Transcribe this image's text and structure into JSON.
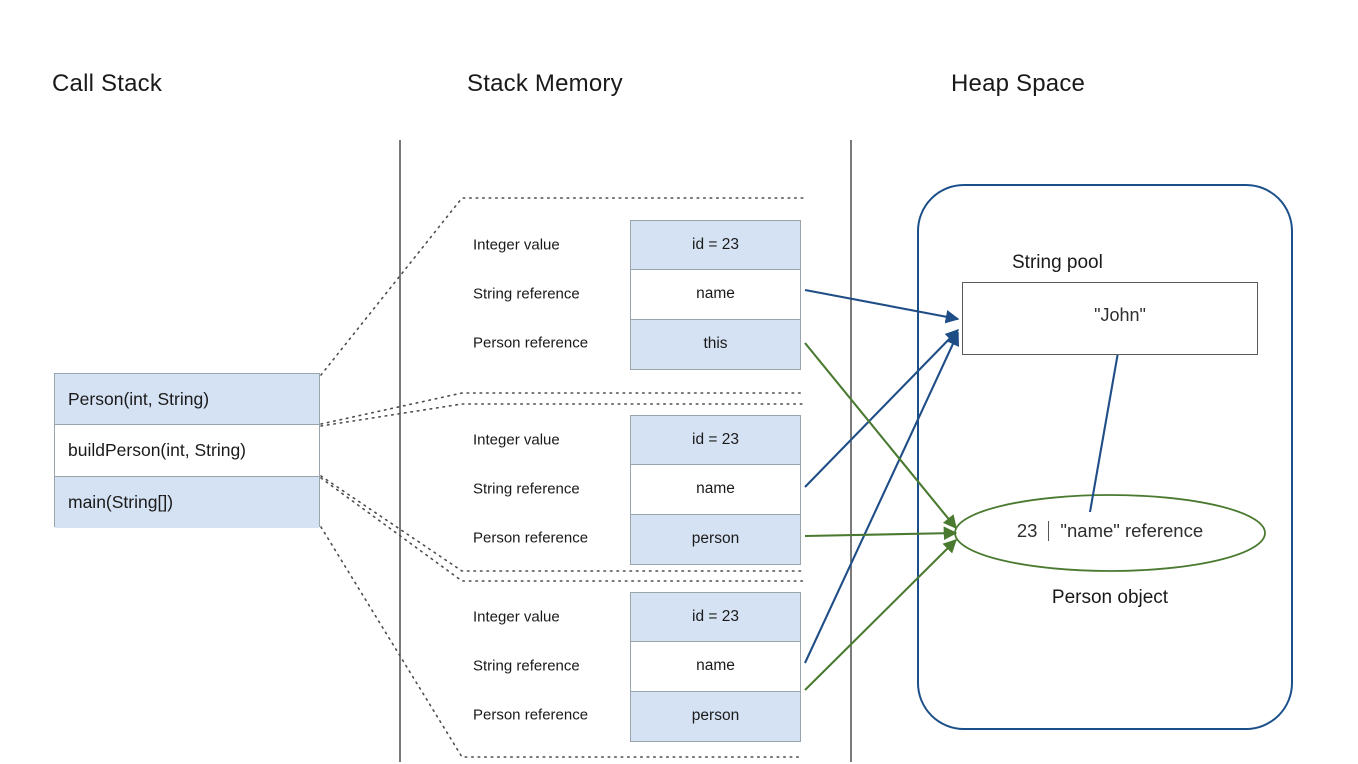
{
  "titles": {
    "call_stack": "Call Stack",
    "stack_memory": "Stack Memory",
    "heap_space": "Heap Space"
  },
  "colors": {
    "cell_fill": "#d5e2f3",
    "cell_border": "#9aa4ad",
    "heap_outline": "#1b4f8a",
    "blue_arrow": "#1f4e87",
    "green_arrow": "#4a7a30",
    "text": "#1a1a1a"
  },
  "call_stack": {
    "frames": [
      {
        "label": "Person(int, String)",
        "filled": true
      },
      {
        "label": "buildPerson(int, String)",
        "filled": false
      },
      {
        "label": "main(String[])",
        "filled": true
      }
    ]
  },
  "stack_memory": {
    "row_labels": [
      "Integer value",
      "String reference",
      "Person reference"
    ],
    "frames": [
      {
        "name": "person-constructor-frame",
        "cells": [
          {
            "value": "id = 23",
            "filled": true
          },
          {
            "value": "name",
            "filled": false
          },
          {
            "value": "this",
            "filled": true
          }
        ]
      },
      {
        "name": "build-person-frame",
        "cells": [
          {
            "value": "id = 23",
            "filled": true
          },
          {
            "value": "name",
            "filled": false
          },
          {
            "value": "person",
            "filled": true
          }
        ]
      },
      {
        "name": "main-frame",
        "cells": [
          {
            "value": "id = 23",
            "filled": true
          },
          {
            "value": "name",
            "filled": false
          },
          {
            "value": "person",
            "filled": true
          }
        ]
      }
    ]
  },
  "heap": {
    "string_pool_title": "String pool",
    "string_literal": "\"John\"",
    "person_object_value": "23",
    "person_object_reference": "\"name\" reference",
    "person_object_caption": "Person object"
  }
}
